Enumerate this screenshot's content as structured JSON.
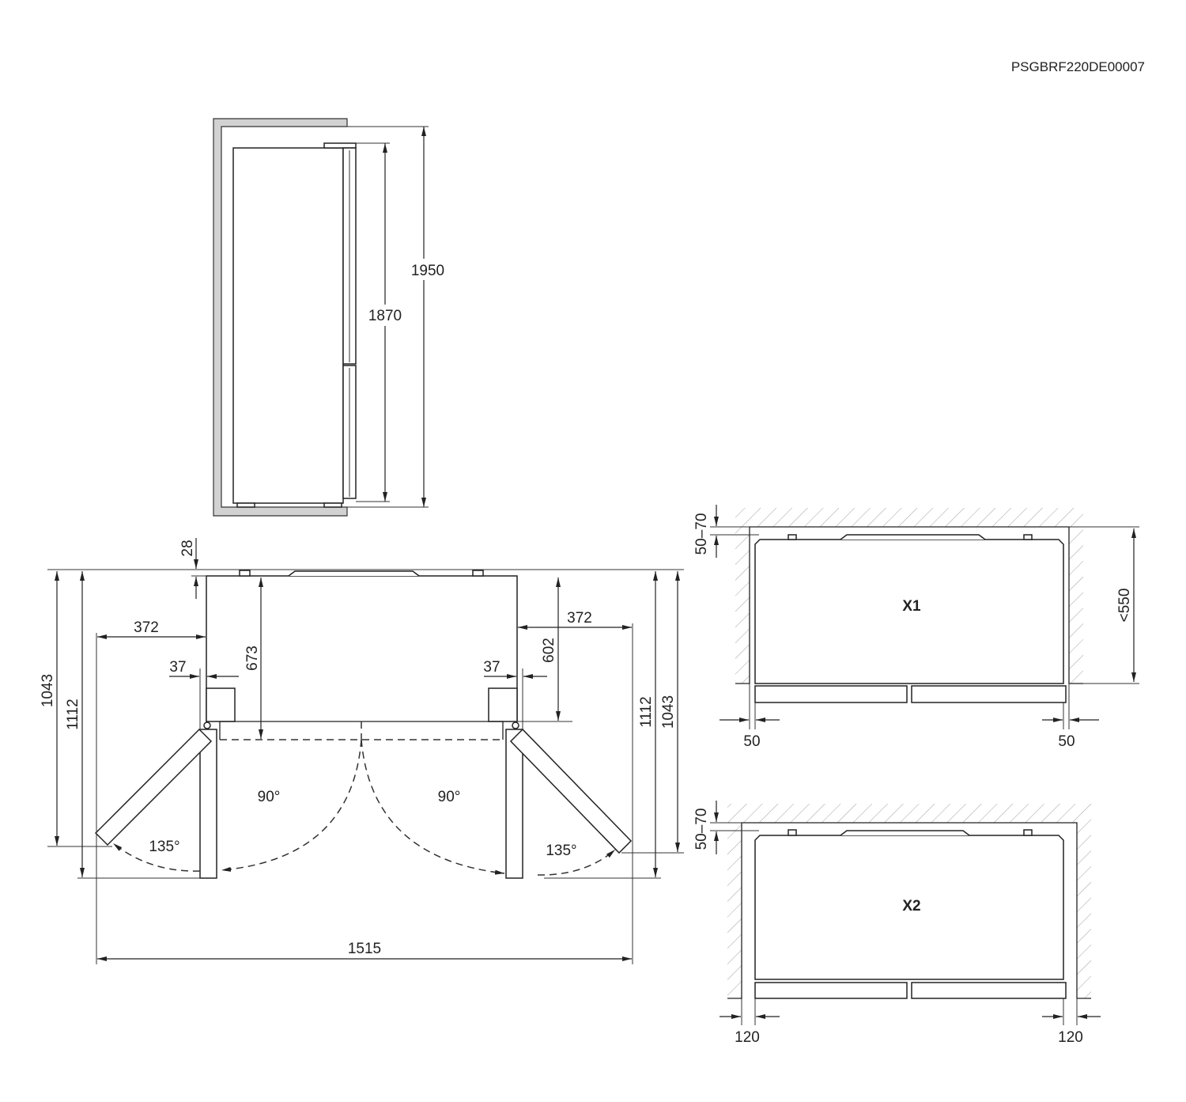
{
  "doc_code": "PSGBRF220DE00007",
  "side_view": {
    "total_height": "1950",
    "appliance_height": "1870"
  },
  "top_view": {
    "rear_clearance": "28",
    "left_door_swing": "372",
    "right_door_swing": "372",
    "left_hinge_offset": "37",
    "right_hinge_offset": "37",
    "depth_door_closed": "673",
    "depth_cabinet": "602",
    "left_depth_135": "1043",
    "left_depth_90": "1112",
    "right_depth_90": "1112",
    "right_depth_135": "1043",
    "left_angle_90": "90°",
    "right_angle_90": "90°",
    "left_angle_135": "135°",
    "right_angle_135": "135°",
    "total_width_open": "1515"
  },
  "niche_x1": {
    "label": "X1",
    "rear_gap": "50–70",
    "depth": "<550",
    "left_gap": "50",
    "right_gap": "50"
  },
  "niche_x2": {
    "label": "X2",
    "rear_gap": "50–70",
    "left_gap": "120",
    "right_gap": "120"
  }
}
